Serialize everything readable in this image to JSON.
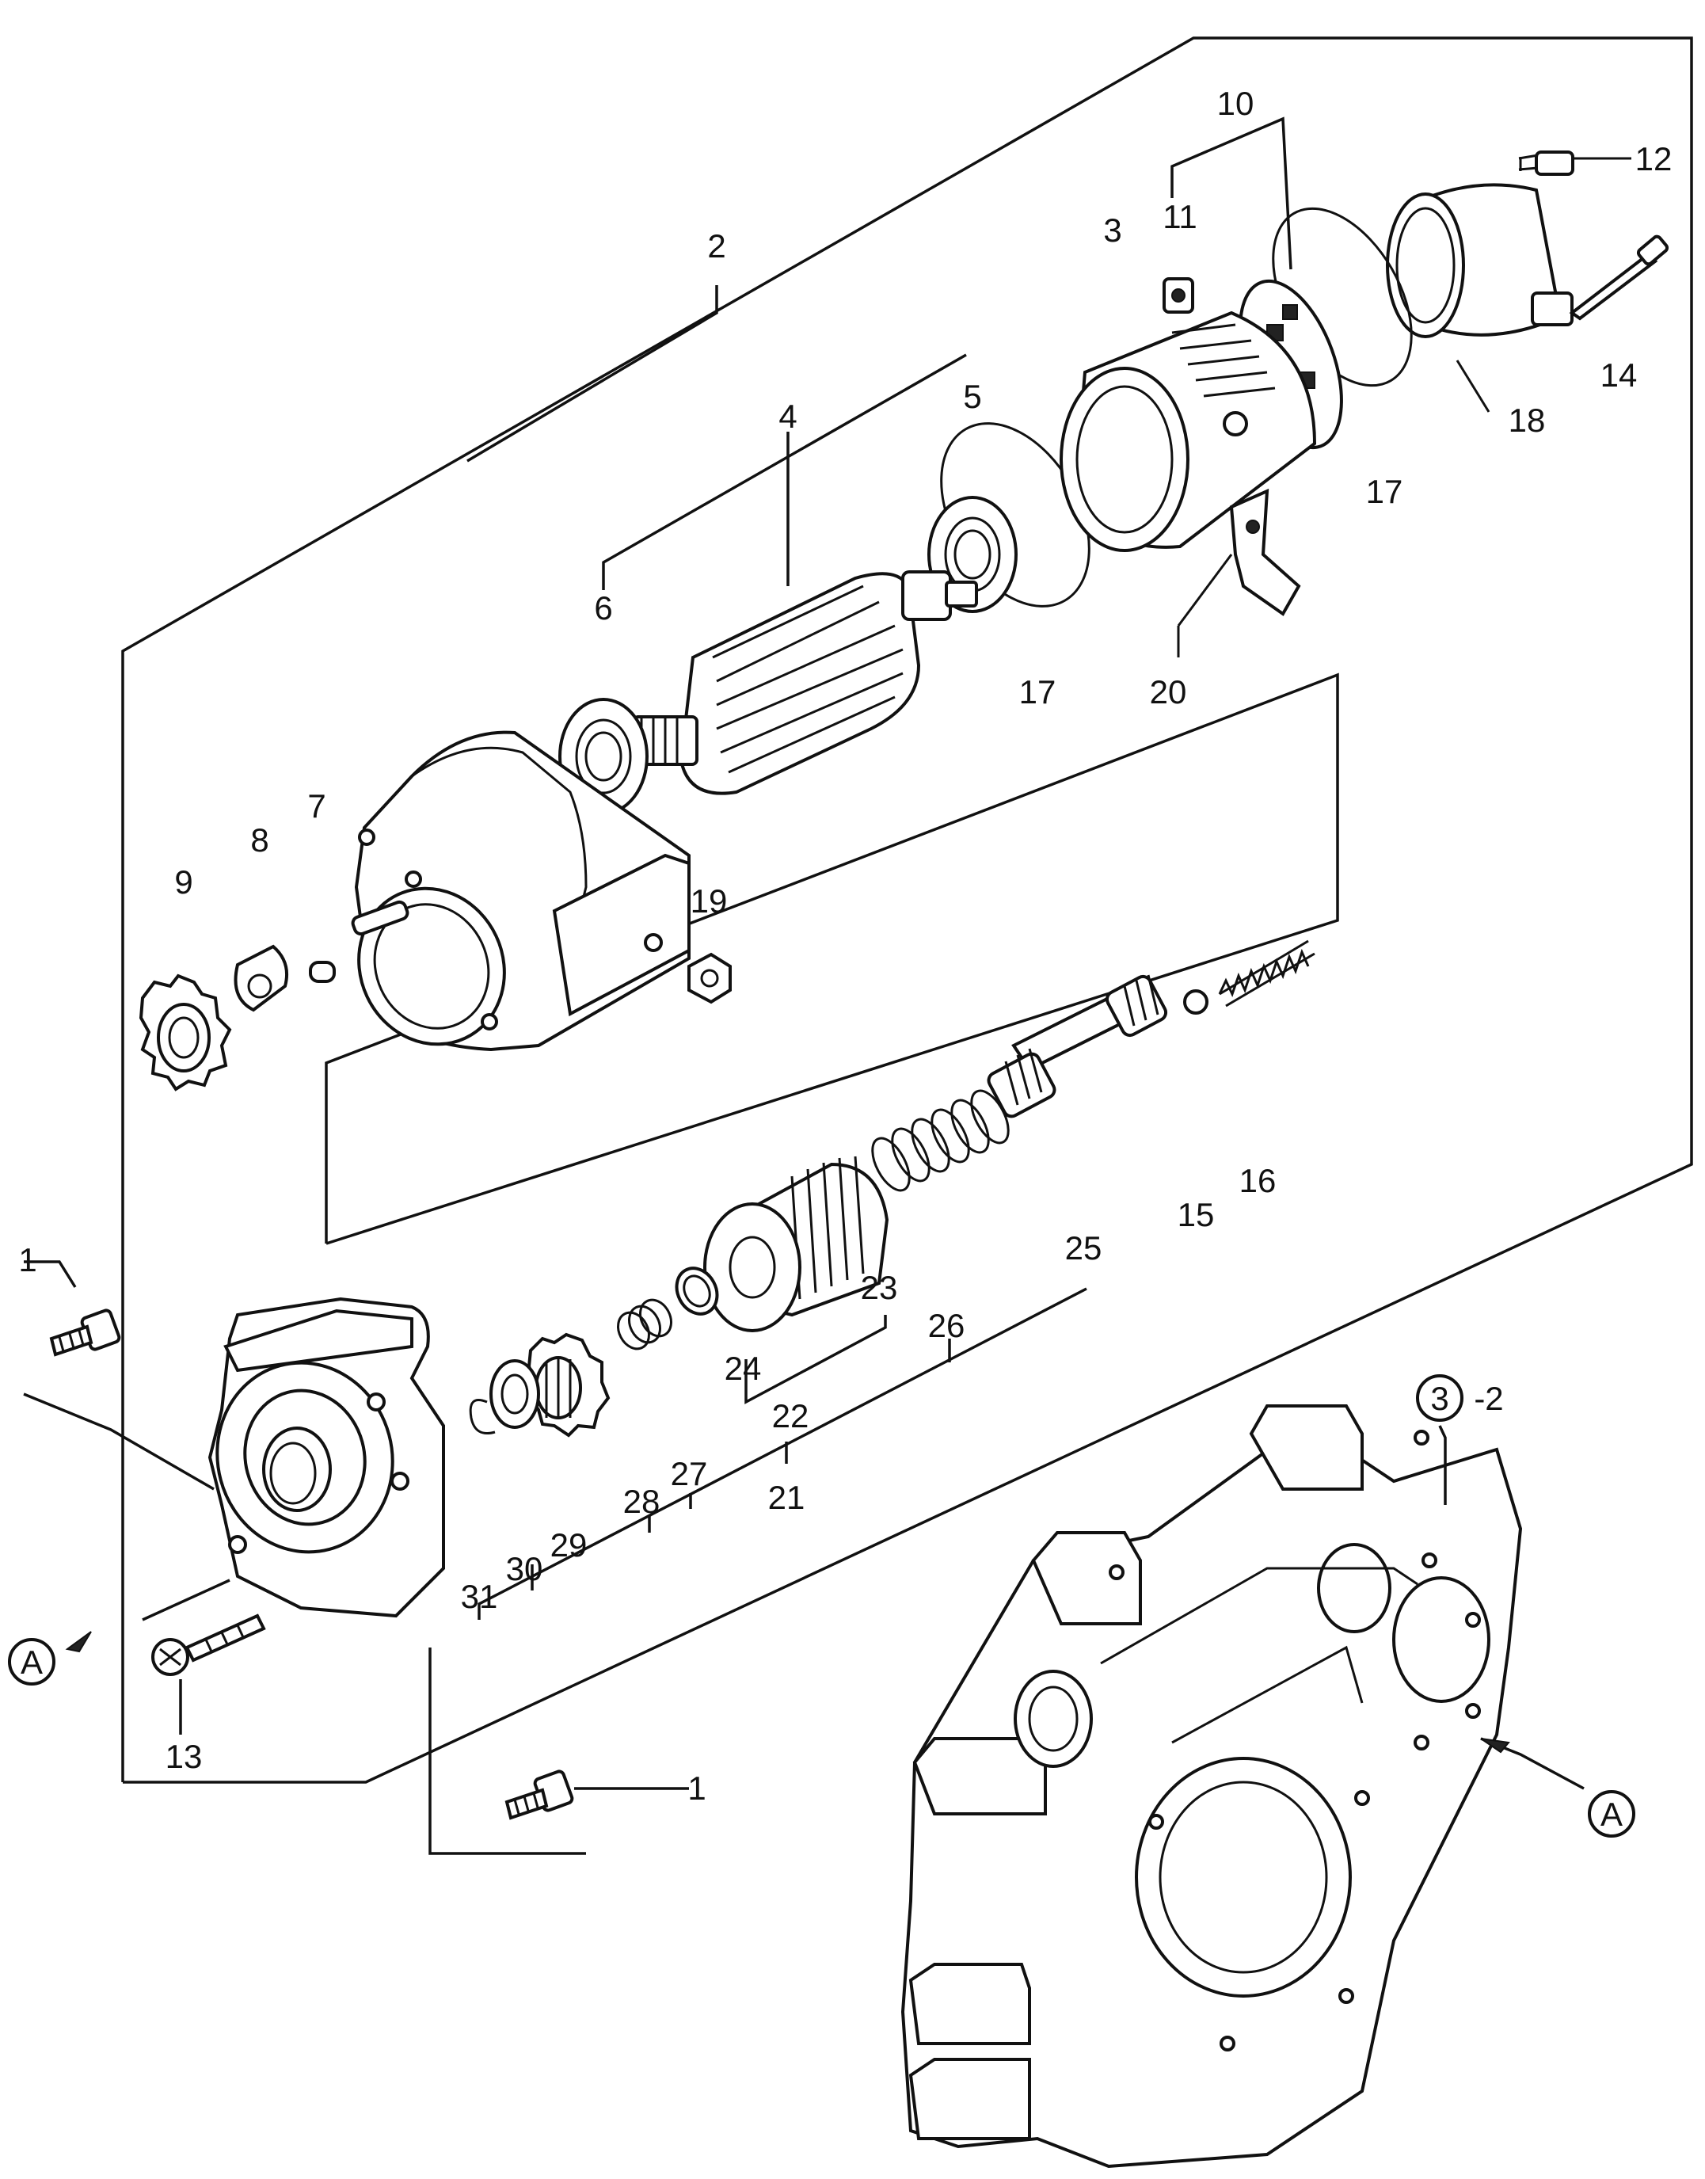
{
  "diagram": {
    "type": "exploded-parts-view",
    "callouts": {
      "c1a": "1",
      "c1b": "1",
      "c2": "2",
      "c3": "3",
      "c4": "4",
      "c5": "5",
      "c6": "6",
      "c7": "7",
      "c8": "8",
      "c9": "9",
      "c10": "10",
      "c11": "11",
      "c12": "12",
      "c13": "13",
      "c14": "14",
      "c15": "15",
      "c16": "16",
      "c17a": "17",
      "c17b": "17",
      "c18": "18",
      "c19": "19",
      "c20": "20",
      "c21": "21",
      "c22": "22",
      "c23": "23",
      "c24": "24",
      "c25": "25",
      "c26": "26",
      "c27": "27",
      "c28": "28",
      "c29": "29",
      "c30": "30",
      "c31": "31"
    },
    "reference": {
      "circle_number": "3",
      "suffix": "-2"
    },
    "markers": {
      "left": "A",
      "right": "A"
    }
  }
}
